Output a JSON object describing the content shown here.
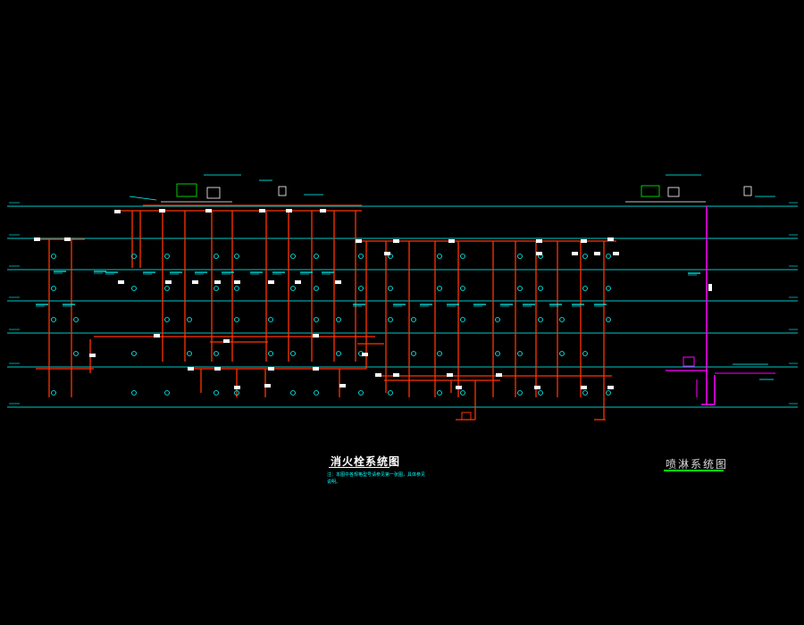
{
  "diagram": {
    "main_title": "消火栓系统图",
    "sub_title": "喷淋系统图",
    "note": "注：本图中各规格型号请参见第一张图，具体参见说明。",
    "colors": {
      "background": "#000000",
      "floor_line": "#00c8c8",
      "pipe": "#ff3300",
      "spray_pipe": "#ff00ff",
      "label": "#00ffff",
      "tag": "#ffffff",
      "equipment": "#00ff00"
    }
  }
}
